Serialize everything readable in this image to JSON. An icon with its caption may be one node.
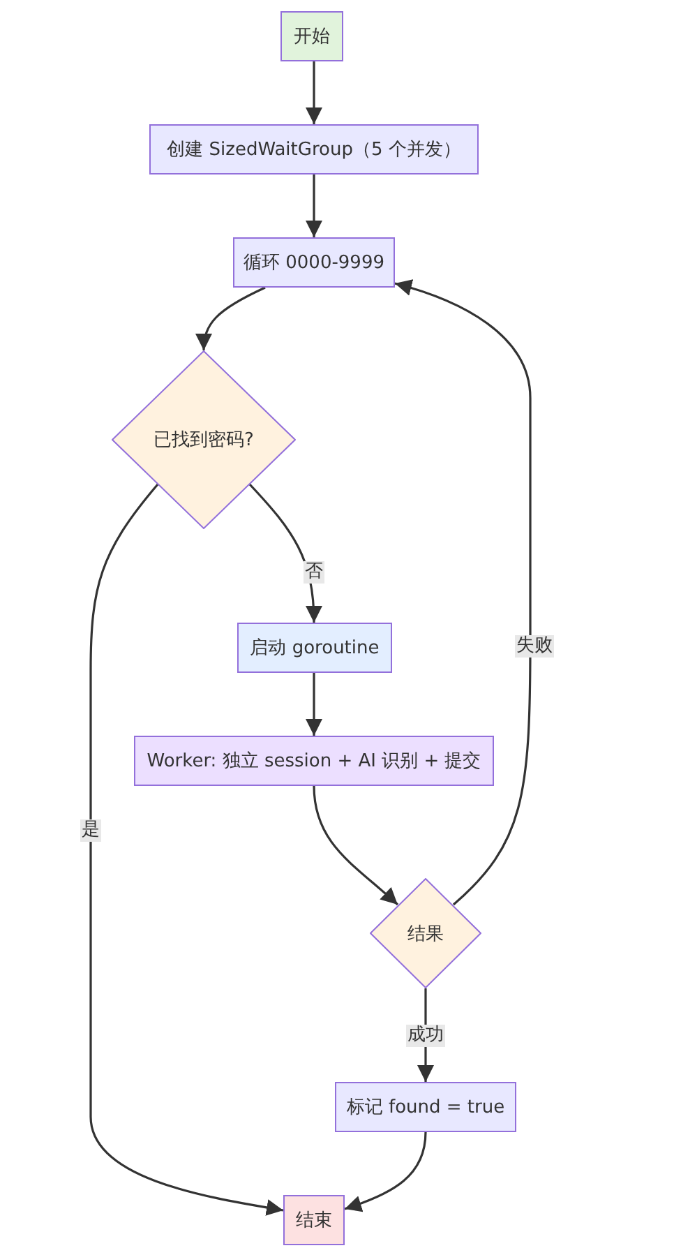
{
  "diagram": {
    "nodes": [
      {
        "text": [
          "开始"
        ]
      },
      {
        "text": [
          "创建 SizedWaitGroup（5 个并发）"
        ]
      },
      {
        "text": [
          "循环 0000-9999"
        ]
      },
      {
        "text": [
          "已找到密码?"
        ]
      },
      {
        "text": [
          "启动 goroutine"
        ]
      },
      {
        "text": [
          "Worker: 独立 session + AI 识别 + 提交"
        ]
      },
      {
        "text": [
          "结果"
        ]
      },
      {
        "text": [
          "标记 found = true"
        ]
      },
      {
        "text": [
          "结束"
        ]
      }
    ],
    "edges": [
      {
        "from": 0,
        "to": 1,
        "arrow": "to"
      },
      {
        "from": 1,
        "to": 2,
        "arrow": "to"
      },
      {
        "from": 2,
        "to": 3,
        "arrow": "to"
      },
      {
        "from": 3,
        "to": 4,
        "arrow": "to",
        "label": "否"
      },
      {
        "from": 4,
        "to": 5,
        "arrow": "to"
      },
      {
        "from": 5,
        "to": 6,
        "arrow": "to"
      },
      {
        "from": 6,
        "to": 2,
        "arrow": "to",
        "label": "失败"
      },
      {
        "from": 6,
        "to": 7,
        "arrow": "to",
        "label": "成功"
      },
      {
        "from": 3,
        "to": 8,
        "arrow": "to",
        "label": "是"
      },
      {
        "from": 7,
        "to": 8,
        "arrow": "to"
      }
    ]
  }
}
